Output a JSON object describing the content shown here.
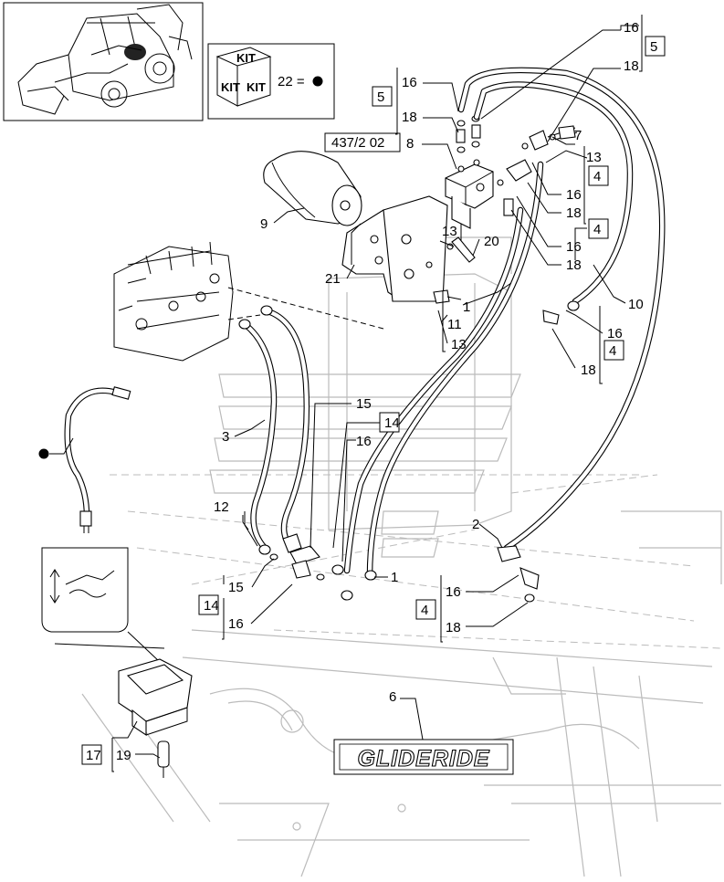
{
  "kit_legend": {
    "badge_top": "KIT",
    "badge_left": "KIT",
    "badge_right": "KIT",
    "equation": "22 ="
  },
  "reference": "437/2 02",
  "logo_text": "GLIDERIDE",
  "callouts": {
    "c16a": "16",
    "c5a": "5",
    "c18a": "18",
    "c16b": "16",
    "c5b": "5",
    "c18b": "18",
    "c8": "8",
    "c7": "7",
    "c13a": "13",
    "c4a": "4",
    "c16c": "16",
    "c18c": "18",
    "c4b": "4",
    "c16d": "16",
    "c18d": "18",
    "c9": "9",
    "c13b": "13",
    "c20": "20",
    "c21": "21",
    "c1a": "1",
    "c11": "11",
    "c13c": "13",
    "c10": "10",
    "c16e": "16",
    "c4c": "4",
    "c18e": "18",
    "c15a": "15",
    "c14a": "14",
    "c16f": "16",
    "c3": "3",
    "c12": "12",
    "c15b": "15",
    "c14b": "14",
    "c16g": "16",
    "c1b": "1",
    "c2": "2",
    "c16h": "16",
    "c4d": "4",
    "c18f": "18",
    "c6": "6",
    "c17": "17",
    "c19": "19"
  }
}
